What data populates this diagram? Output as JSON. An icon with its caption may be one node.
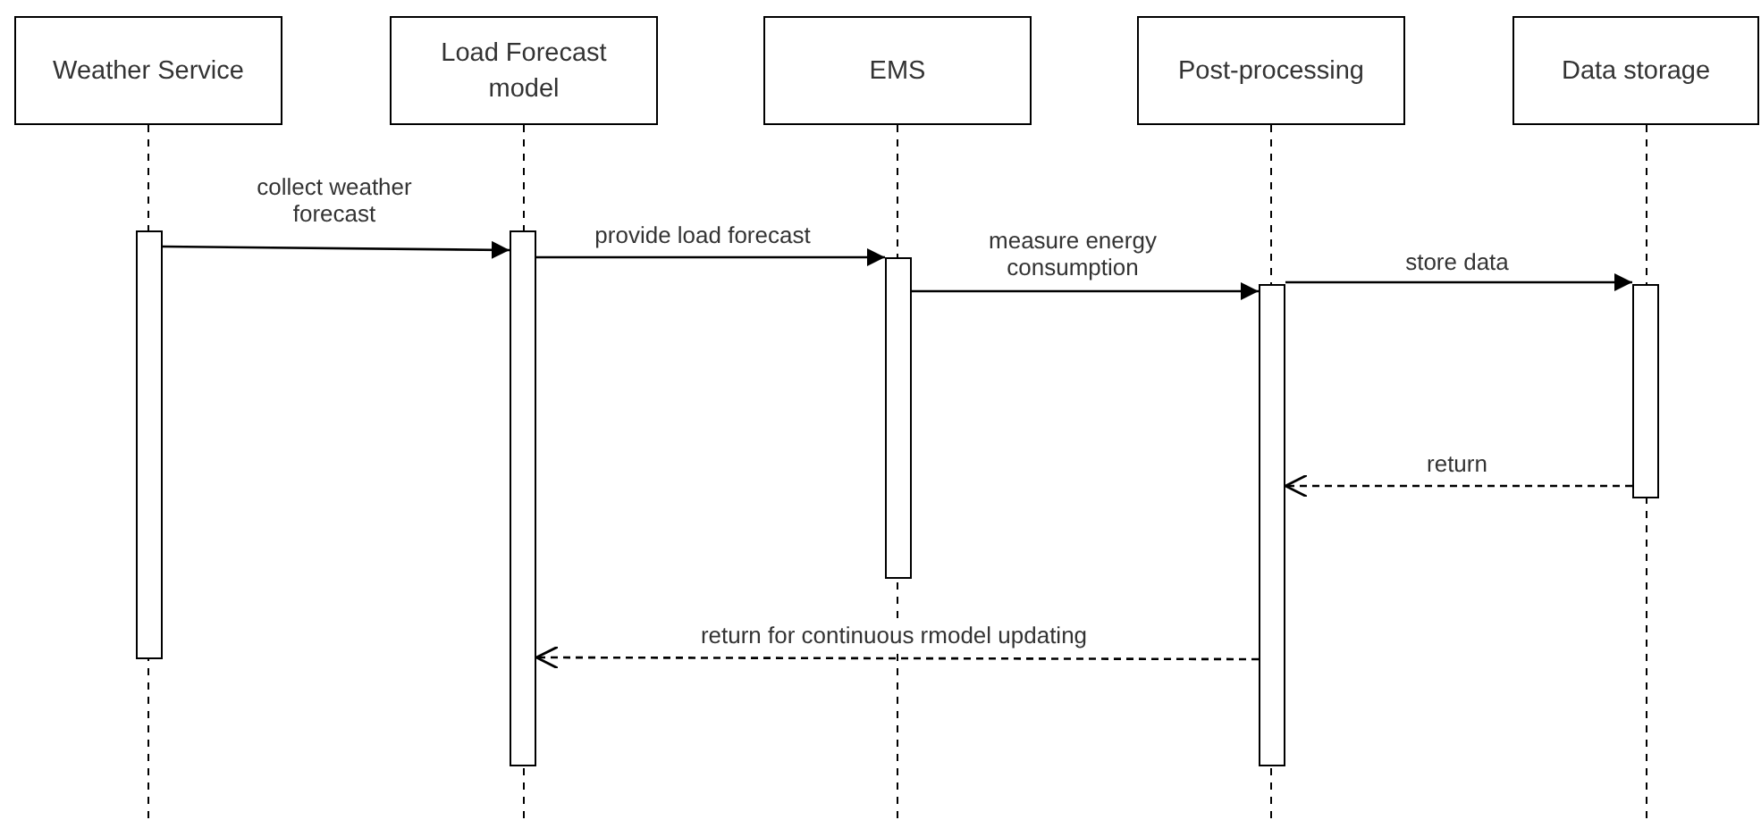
{
  "diagram": {
    "nodes": [
      {
        "text": [
          "Weather Service"
        ]
      },
      {
        "text": [
          "Load Forecast model"
        ]
      },
      {
        "text": [
          "EMS"
        ]
      },
      {
        "text": [
          "Post-processing"
        ]
      },
      {
        "text": [
          "Data storage"
        ]
      },
      {
        "text": [],
        "shape": "bar"
      },
      {
        "text": [],
        "shape": "bar"
      },
      {
        "text": [],
        "shape": "bar"
      },
      {
        "text": [],
        "shape": "bar"
      },
      {
        "text": [],
        "shape": "bar"
      }
    ],
    "edges": [
      {
        "from": 5,
        "to": 6,
        "arrow": "to",
        "label": "collect weather forecast"
      },
      {
        "from": 6,
        "to": 7,
        "arrow": "to",
        "label": "provide load forecast"
      },
      {
        "from": 7,
        "to": 8,
        "arrow": "to",
        "label": "measure energy consumption"
      },
      {
        "from": 8,
        "to": 9,
        "arrow": "to",
        "label": "store data"
      },
      {
        "from": 9,
        "to": 8,
        "arrow": "to",
        "label": "return",
        "style": "dashed"
      },
      {
        "from": 8,
        "to": 6,
        "arrow": "to",
        "label": "return for continuous rmodel updating",
        "style": "dashed"
      }
    ]
  }
}
